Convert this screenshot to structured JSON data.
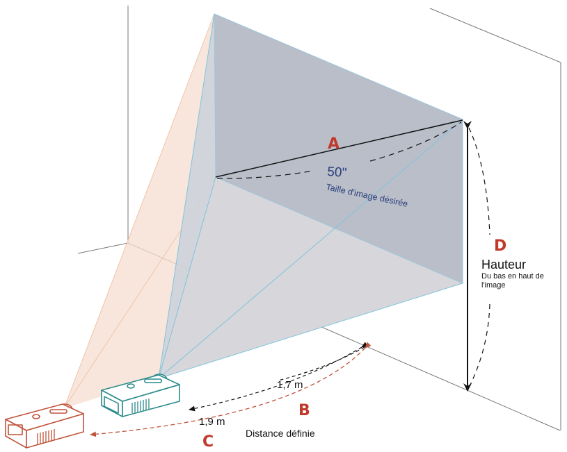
{
  "labels": {
    "a": "A",
    "size": "50\"",
    "size_caption": "Taille d'image désirée",
    "b": "B",
    "c": "C",
    "d": "D",
    "height_title": "Hauteur",
    "height_desc_line1": "Du bas en haut de",
    "height_desc_line2": "l'image",
    "dist_near": "1,7 m",
    "dist_far": "1,9 m",
    "distance_caption": "Distance définie"
  },
  "colors": {
    "near_projector": "#2a8a8a",
    "far_projector": "#c0533a",
    "near_beam": "#a8c4d8",
    "far_beam": "#f5ddd0",
    "screen": "#b9bec9",
    "marker": "#c0392b"
  },
  "icons": {
    "near_projector": "projector-icon",
    "far_projector": "projector-icon"
  }
}
